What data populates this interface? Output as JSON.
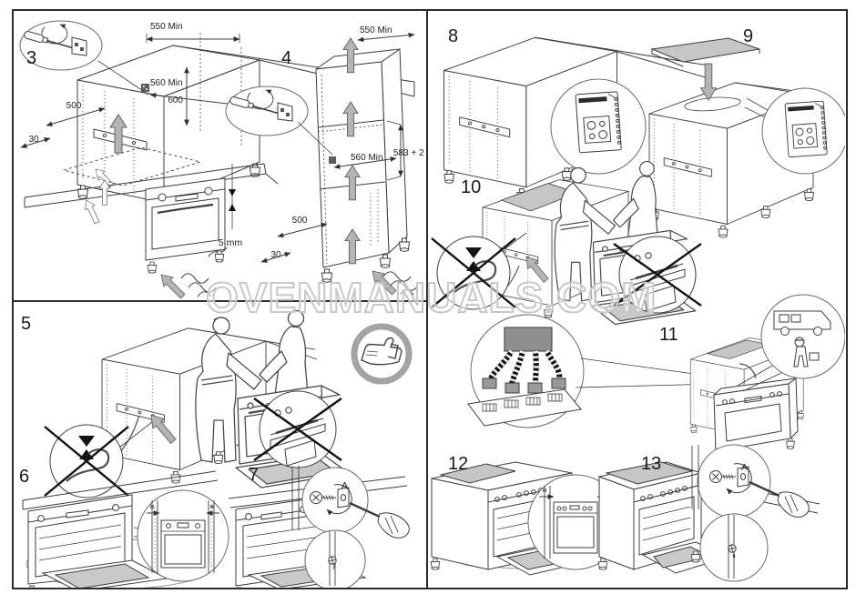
{
  "watermark": "OVENMANUALS.COM",
  "colors": {
    "line": "#3d3d3d",
    "arrow_gray": "#b4b4b4",
    "hob_gray": "#c6c6c6",
    "connector_gray": "#8f8f8f",
    "watermark_gray": "#c8c8c8"
  },
  "steps": {
    "s3": {
      "num": "3",
      "dim_top": "550 Min",
      "dim_depth": "560 Min",
      "dim_height": "600",
      "dim_width": "500",
      "dim_plinth": "30",
      "gap": "5 mm"
    },
    "s4": {
      "num": "4",
      "dim_top": "550 Min",
      "dim_depth": "560 Min",
      "dim_niche": "583 + 2",
      "dim_width": "500",
      "dim_plinth": "30"
    },
    "s5": {
      "num": "5"
    },
    "s6": {
      "num": "6"
    },
    "s7": {
      "num": "7",
      "screw_label": "A"
    },
    "s8": {
      "num": "8"
    },
    "s9": {
      "num": "9"
    },
    "s10": {
      "num": "10"
    },
    "s11": {
      "num": "11"
    },
    "s12": {
      "num": "12"
    },
    "s13": {
      "num": "13",
      "screw_label": "A"
    }
  }
}
